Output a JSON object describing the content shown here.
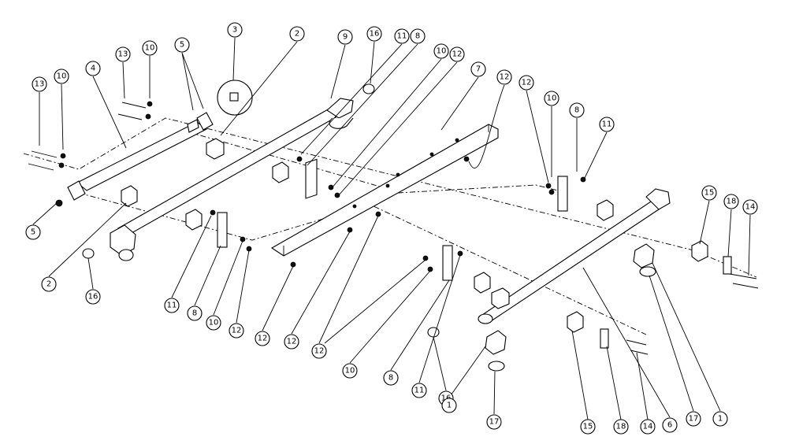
{
  "diagram": {
    "callouts": [
      {
        "id": "c-13a",
        "label": "13"
      },
      {
        "id": "c-10a",
        "label": "10"
      },
      {
        "id": "c-13b",
        "label": "13"
      },
      {
        "id": "c-10b",
        "label": "10"
      },
      {
        "id": "c-4",
        "label": "4"
      },
      {
        "id": "c-5a",
        "label": "5"
      },
      {
        "id": "c-3",
        "label": "3"
      },
      {
        "id": "c-2a",
        "label": "2"
      },
      {
        "id": "c-9",
        "label": "9"
      },
      {
        "id": "c-16a",
        "label": "16"
      },
      {
        "id": "c-11a",
        "label": "11"
      },
      {
        "id": "c-8a",
        "label": "8"
      },
      {
        "id": "c-10c",
        "label": "10"
      },
      {
        "id": "c-12a",
        "label": "12"
      },
      {
        "id": "c-7",
        "label": "7"
      },
      {
        "id": "c-12b",
        "label": "12"
      },
      {
        "id": "c-12c",
        "label": "12"
      },
      {
        "id": "c-10d",
        "label": "10"
      },
      {
        "id": "c-8b",
        "label": "8"
      },
      {
        "id": "c-11b",
        "label": "11"
      },
      {
        "id": "c-5b",
        "label": "5"
      },
      {
        "id": "c-2b",
        "label": "2"
      },
      {
        "id": "c-16b",
        "label": "16"
      },
      {
        "id": "c-11c",
        "label": "11"
      },
      {
        "id": "c-8c",
        "label": "8"
      },
      {
        "id": "c-10e",
        "label": "10"
      },
      {
        "id": "c-12d",
        "label": "12"
      },
      {
        "id": "c-12e",
        "label": "12"
      },
      {
        "id": "c-12f",
        "label": "12"
      },
      {
        "id": "c-12g",
        "label": "12"
      },
      {
        "id": "c-10f",
        "label": "10"
      },
      {
        "id": "c-8d",
        "label": "8"
      },
      {
        "id": "c-11d",
        "label": "11"
      },
      {
        "id": "c-16c",
        "label": "16"
      },
      {
        "id": "c-1a",
        "label": "1"
      },
      {
        "id": "c-17a",
        "label": "17"
      },
      {
        "id": "c-15a",
        "label": "15"
      },
      {
        "id": "c-18a",
        "label": "18"
      },
      {
        "id": "c-14a",
        "label": "14"
      },
      {
        "id": "c-6",
        "label": "6"
      },
      {
        "id": "c-17b",
        "label": "17"
      },
      {
        "id": "c-1b",
        "label": "1"
      },
      {
        "id": "c-15b",
        "label": "15"
      },
      {
        "id": "c-18b",
        "label": "18"
      },
      {
        "id": "c-14b",
        "label": "14"
      }
    ]
  }
}
